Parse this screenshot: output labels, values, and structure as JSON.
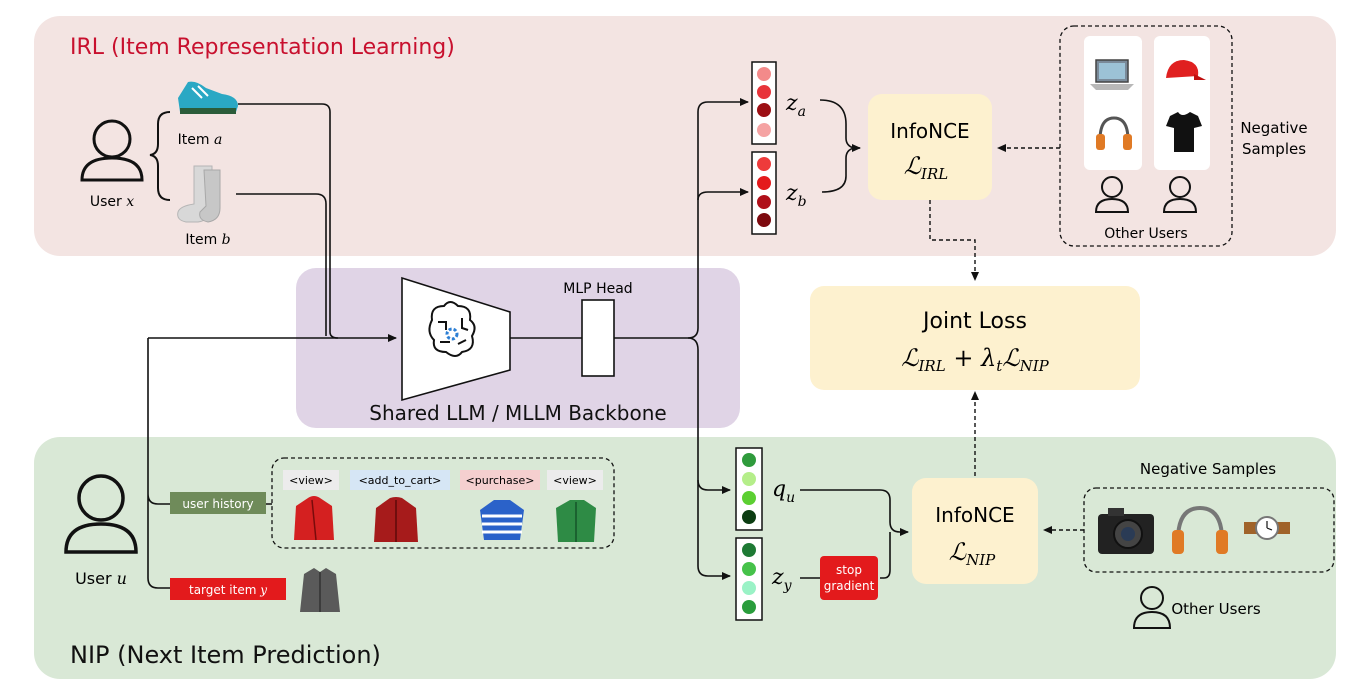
{
  "irl": {
    "title": "IRL (Item Representation Learning)",
    "user_label": "User",
    "user_var": "x",
    "item_label": "Item",
    "item_a_var": "a",
    "item_b_var": "b",
    "za_sym": "z",
    "za_sub": "a",
    "zb_sym": "z",
    "zb_sub": "b",
    "infonce_label": "InfoNCE",
    "loss_sym": "ℒ",
    "loss_sub": "IRL",
    "negative_samples_line1": "Negative",
    "negative_samples_line2": "Samples",
    "other_users_label": "Other Users"
  },
  "backbone": {
    "title": "Shared LLM / MLLM Backbone",
    "mlp_head_label": "MLP Head"
  },
  "joint": {
    "title": "Joint Loss",
    "loss_sym1": "ℒ",
    "loss_sub1": "IRL",
    "plus": "+",
    "lambda_sym": "λ",
    "lambda_sub": "t",
    "loss_sym2": "ℒ",
    "loss_sub2": "NIP"
  },
  "nip": {
    "title": "NIP (Next Item Prediction)",
    "user_label": "User",
    "user_var": "u",
    "user_history_tag": "user history",
    "target_item_tag": "target item",
    "target_item_var": "y",
    "actions": [
      "<view>",
      "<add_to_cart>",
      "<purchase>",
      "<view>"
    ],
    "qu_sym": "q",
    "qu_sub": "u",
    "zy_sym": "z",
    "zy_sub": "y",
    "stop_gradient_line1": "stop",
    "stop_gradient_line2": "gradient",
    "infonce_label": "InfoNCE",
    "loss_sym": "ℒ",
    "loss_sub": "NIP",
    "negative_samples_label": "Negative Samples",
    "other_users_label": "Other Users"
  },
  "colors": {
    "irl_bg": "#f3e4e2",
    "backbone_bg": "#e0d4e6",
    "nip_bg": "#d9e8d6",
    "loss_box": "#fdf1cf",
    "irl_title": "#c8102e",
    "history_tag": "#6f8b5a",
    "target_tag": "#e31a1c",
    "stop_tag": "#e31a1c",
    "action_view": "#ececec",
    "action_cart": "#d6e6f5",
    "action_purchase": "#f5cfcf",
    "za_cells": [
      "#f38a8a",
      "#e8343a",
      "#9c0f14",
      "#f5a3a3"
    ],
    "zb_cells": [
      "#ee3b3b",
      "#e41a1c",
      "#b0101a",
      "#7d0a0f"
    ],
    "qu_cells": [
      "#2f9b3c",
      "#b5ee8a",
      "#5ccf32",
      "#0c3d12"
    ],
    "zy_cells": [
      "#1e7a34",
      "#46c24a",
      "#9af2c6",
      "#2a9d3c"
    ]
  }
}
